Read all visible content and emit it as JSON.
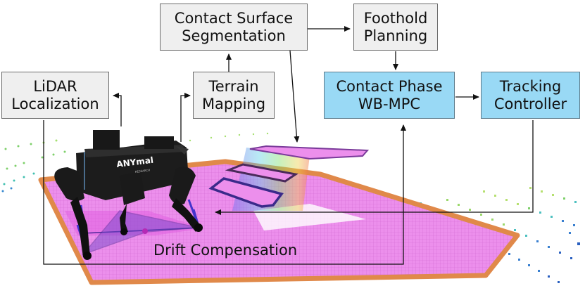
{
  "blocks": {
    "contact_surface_segmentation": [
      "Contact Surface",
      "Segmentation"
    ],
    "foothold_planning": [
      "Foothold",
      "Planning"
    ],
    "lidar_localization": [
      "LiDAR",
      "Localization"
    ],
    "terrain_mapping": [
      "Terrain",
      "Mapping"
    ],
    "contact_phase_wbmpc": [
      "Contact Phase",
      "WB-MPC"
    ],
    "tracking_controller": [
      "Tracking",
      "Controller"
    ]
  },
  "labels": {
    "drift_compensation": "Drift Compensation",
    "robot_brand": "ANYmal",
    "robot_sub": "RESEARCH"
  },
  "colors": {
    "module_fill": "#efefef",
    "controller_fill": "#99d9f5",
    "terrain_fill": "#e98ce8",
    "terrain_border": "#e0894a",
    "robot_body": "#1c1c1c"
  }
}
